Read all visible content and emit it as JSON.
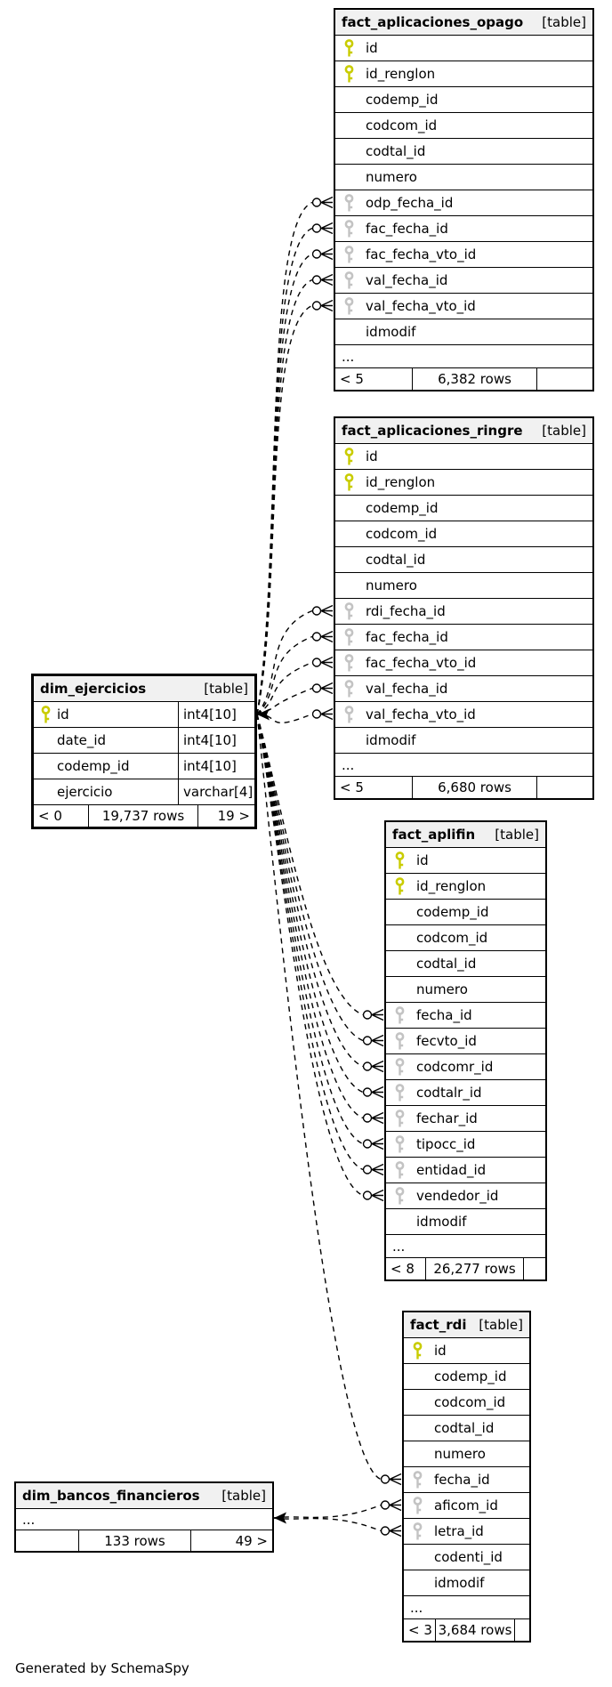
{
  "diagram": {
    "generated_by": "Generated by SchemaSpy",
    "colors": {
      "header_bg": "#f1f1f1",
      "border": "#000000",
      "pk_key": "#c9cc00",
      "fk_key": "#c3c3c3",
      "edge": "#000000"
    },
    "tables": [
      {
        "id": "fact_aplicaciones_opago",
        "name": "fact_aplicaciones_opago",
        "tag": "[table]",
        "ellipsis": "...",
        "columns": [
          {
            "name": "id",
            "key": "pk"
          },
          {
            "name": "id_renglon",
            "key": "pk"
          },
          {
            "name": "codemp_id",
            "key": ""
          },
          {
            "name": "codcom_id",
            "key": ""
          },
          {
            "name": "codtal_id",
            "key": ""
          },
          {
            "name": "numero",
            "key": ""
          },
          {
            "name": "odp_fecha_id",
            "key": "fk"
          },
          {
            "name": "fac_fecha_id",
            "key": "fk"
          },
          {
            "name": "fac_fecha_vto_id",
            "key": "fk"
          },
          {
            "name": "val_fecha_id",
            "key": "fk"
          },
          {
            "name": "val_fecha_vto_id",
            "key": "fk"
          },
          {
            "name": "idmodif",
            "key": ""
          }
        ],
        "footer": {
          "left": "< 5",
          "center": "6,382 rows",
          "right": ""
        }
      },
      {
        "id": "fact_aplicaciones_ringre",
        "name": "fact_aplicaciones_ringre",
        "tag": "[table]",
        "ellipsis": "...",
        "columns": [
          {
            "name": "id",
            "key": "pk"
          },
          {
            "name": "id_renglon",
            "key": "pk"
          },
          {
            "name": "codemp_id",
            "key": ""
          },
          {
            "name": "codcom_id",
            "key": ""
          },
          {
            "name": "codtal_id",
            "key": ""
          },
          {
            "name": "numero",
            "key": ""
          },
          {
            "name": "rdi_fecha_id",
            "key": "fk"
          },
          {
            "name": "fac_fecha_id",
            "key": "fk"
          },
          {
            "name": "fac_fecha_vto_id",
            "key": "fk"
          },
          {
            "name": "val_fecha_id",
            "key": "fk"
          },
          {
            "name": "val_fecha_vto_id",
            "key": "fk"
          },
          {
            "name": "idmodif",
            "key": ""
          }
        ],
        "footer": {
          "left": "< 5",
          "center": "6,680 rows",
          "right": ""
        }
      },
      {
        "id": "dim_ejercicios",
        "name": "dim_ejercicios",
        "tag": "[table]",
        "ellipsis": "",
        "columns": [
          {
            "name": "id",
            "key": "pk",
            "type": "int4[10]"
          },
          {
            "name": "date_id",
            "key": "",
            "type": "int4[10]"
          },
          {
            "name": "codemp_id",
            "key": "",
            "type": "int4[10]"
          },
          {
            "name": "ejercicio",
            "key": "",
            "type": "varchar[4]"
          }
        ],
        "footer": {
          "left": "< 0",
          "center": "19,737 rows",
          "right": "19 >"
        }
      },
      {
        "id": "fact_aplifin",
        "name": "fact_aplifin",
        "tag": "[table]",
        "ellipsis": "...",
        "columns": [
          {
            "name": "id",
            "key": "pk"
          },
          {
            "name": "id_renglon",
            "key": "pk"
          },
          {
            "name": "codemp_id",
            "key": ""
          },
          {
            "name": "codcom_id",
            "key": ""
          },
          {
            "name": "codtal_id",
            "key": ""
          },
          {
            "name": "numero",
            "key": ""
          },
          {
            "name": "fecha_id",
            "key": "fk"
          },
          {
            "name": "fecvto_id",
            "key": "fk"
          },
          {
            "name": "codcomr_id",
            "key": "fk"
          },
          {
            "name": "codtalr_id",
            "key": "fk"
          },
          {
            "name": "fechar_id",
            "key": "fk"
          },
          {
            "name": "tipocc_id",
            "key": "fk"
          },
          {
            "name": "entidad_id",
            "key": "fk"
          },
          {
            "name": "vendedor_id",
            "key": "fk"
          },
          {
            "name": "idmodif",
            "key": ""
          }
        ],
        "footer": {
          "left": "< 8",
          "center": "26,277 rows",
          "right": ""
        }
      },
      {
        "id": "fact_rdi",
        "name": "fact_rdi",
        "tag": "[table]",
        "ellipsis": "...",
        "columns": [
          {
            "name": "id",
            "key": "pk"
          },
          {
            "name": "codemp_id",
            "key": ""
          },
          {
            "name": "codcom_id",
            "key": ""
          },
          {
            "name": "codtal_id",
            "key": ""
          },
          {
            "name": "numero",
            "key": ""
          },
          {
            "name": "fecha_id",
            "key": "fk"
          },
          {
            "name": "aficom_id",
            "key": "fk"
          },
          {
            "name": "letra_id",
            "key": "fk"
          },
          {
            "name": "codenti_id",
            "key": ""
          },
          {
            "name": "idmodif",
            "key": ""
          }
        ],
        "footer": {
          "left": "< 3",
          "center": "3,684 rows",
          "right": ""
        }
      },
      {
        "id": "dim_bancos_financieros",
        "name": "dim_bancos_financieros",
        "tag": "[table]",
        "ellipsis": "...",
        "columns": [],
        "footer": {
          "left": "",
          "center": "133 rows",
          "right": "49 >"
        }
      }
    ],
    "edges": [
      {
        "from": "dim_ejercicios",
        "to": "fact_aplicaciones_opago",
        "column": "odp_fecha_id"
      },
      {
        "from": "dim_ejercicios",
        "to": "fact_aplicaciones_opago",
        "column": "fac_fecha_id"
      },
      {
        "from": "dim_ejercicios",
        "to": "fact_aplicaciones_opago",
        "column": "fac_fecha_vto_id"
      },
      {
        "from": "dim_ejercicios",
        "to": "fact_aplicaciones_opago",
        "column": "val_fecha_id"
      },
      {
        "from": "dim_ejercicios",
        "to": "fact_aplicaciones_opago",
        "column": "val_fecha_vto_id"
      },
      {
        "from": "dim_ejercicios",
        "to": "fact_aplicaciones_ringre",
        "column": "rdi_fecha_id"
      },
      {
        "from": "dim_ejercicios",
        "to": "fact_aplicaciones_ringre",
        "column": "fac_fecha_id"
      },
      {
        "from": "dim_ejercicios",
        "to": "fact_aplicaciones_ringre",
        "column": "fac_fecha_vto_id"
      },
      {
        "from": "dim_ejercicios",
        "to": "fact_aplicaciones_ringre",
        "column": "val_fecha_id"
      },
      {
        "from": "dim_ejercicios",
        "to": "fact_aplicaciones_ringre",
        "column": "val_fecha_vto_id"
      },
      {
        "from": "dim_ejercicios",
        "to": "fact_aplifin",
        "column": "fecha_id"
      },
      {
        "from": "dim_ejercicios",
        "to": "fact_aplifin",
        "column": "fecvto_id"
      },
      {
        "from": "dim_ejercicios",
        "to": "fact_aplifin",
        "column": "codcomr_id"
      },
      {
        "from": "dim_ejercicios",
        "to": "fact_aplifin",
        "column": "codtalr_id"
      },
      {
        "from": "dim_ejercicios",
        "to": "fact_aplifin",
        "column": "fechar_id"
      },
      {
        "from": "dim_ejercicios",
        "to": "fact_aplifin",
        "column": "tipocc_id"
      },
      {
        "from": "dim_ejercicios",
        "to": "fact_aplifin",
        "column": "entidad_id"
      },
      {
        "from": "dim_ejercicios",
        "to": "fact_aplifin",
        "column": "vendedor_id"
      },
      {
        "from": "dim_ejercicios",
        "to": "fact_rdi",
        "column": "fecha_id"
      },
      {
        "from": "dim_bancos_financieros",
        "to": "fact_rdi",
        "column": "aficom_id"
      },
      {
        "from": "dim_bancos_financieros",
        "to": "fact_rdi",
        "column": "letra_id"
      }
    ]
  }
}
